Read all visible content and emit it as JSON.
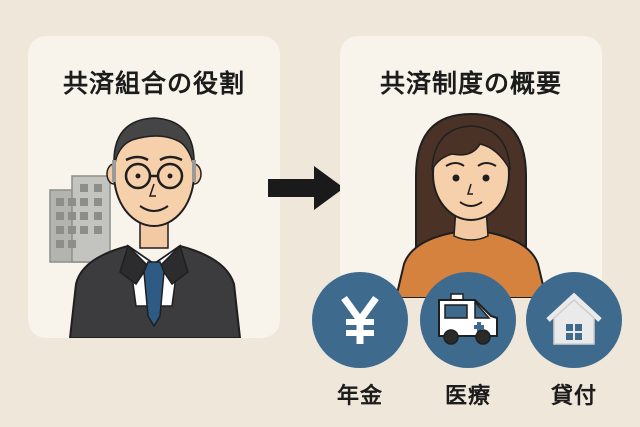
{
  "left_panel": {
    "title": "共済組合の役割"
  },
  "right_panel": {
    "title": "共済制度の概要"
  },
  "services": [
    {
      "label": "年金",
      "icon": "yen-icon"
    },
    {
      "label": "医療",
      "icon": "ambulance-icon"
    },
    {
      "label": "貸付",
      "icon": "house-icon"
    }
  ],
  "colors": {
    "background": "#efe7da",
    "panel": "#f8f4ec",
    "service_circle": "#3e6a8e",
    "suit": "#3c3c3e",
    "tie": "#2e5b84",
    "sweater": "#d5823f",
    "hair": "#4a3326",
    "arrow": "#1a1a1a"
  }
}
